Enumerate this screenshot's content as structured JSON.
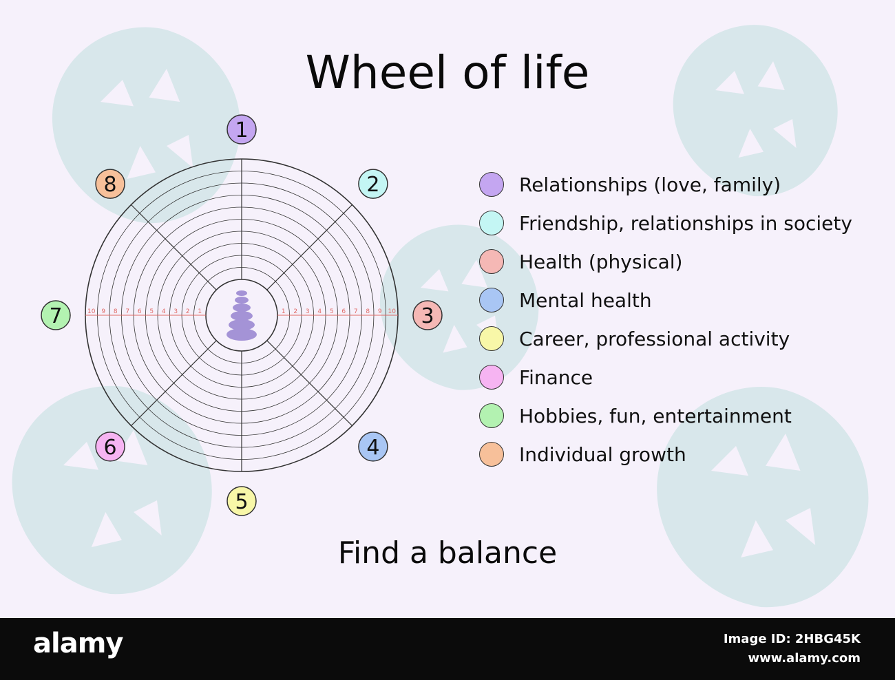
{
  "title": "Wheel of life",
  "footer_text": "Find a balance",
  "wheel": {
    "rings": 10,
    "sectors": 8,
    "scale_labels": [
      "1",
      "2",
      "3",
      "4",
      "5",
      "6",
      "7",
      "8",
      "9",
      "10"
    ],
    "markers": [
      {
        "number": "1",
        "color": "#c4a6f1"
      },
      {
        "number": "2",
        "color": "#c4f6f4"
      },
      {
        "number": "3",
        "color": "#f5b8b5"
      },
      {
        "number": "4",
        "color": "#a9c6f4"
      },
      {
        "number": "5",
        "color": "#f8f7a8"
      },
      {
        "number": "6",
        "color": "#f6b4f2"
      },
      {
        "number": "7",
        "color": "#b3f2b1"
      },
      {
        "number": "8",
        "color": "#f7c09a"
      }
    ],
    "center_stones_color": "#a493d6",
    "line_color": "#333333",
    "scale_color": "#e06a66"
  },
  "legend": [
    {
      "label": "Relationships (love, family)",
      "color": "#c4a6f1"
    },
    {
      "label": "Friendship, relationships in society",
      "color": "#c4f6f4"
    },
    {
      "label": "Health (physical)",
      "color": "#f5b8b5"
    },
    {
      "label": "Mental health",
      "color": "#a9c6f4"
    },
    {
      "label": "Career, professional activity",
      "color": "#f8f7a8"
    },
    {
      "label": "Finance",
      "color": "#f6b4f2"
    },
    {
      "label": "Hobbies, fun, entertainment",
      "color": "#b3f2b1"
    },
    {
      "label": "Individual growth",
      "color": "#f7c09a"
    }
  ],
  "footer_bar": {
    "brand": "alamy",
    "image_id": "Image ID: 2HBG45K",
    "url": "www.alamy.com"
  }
}
